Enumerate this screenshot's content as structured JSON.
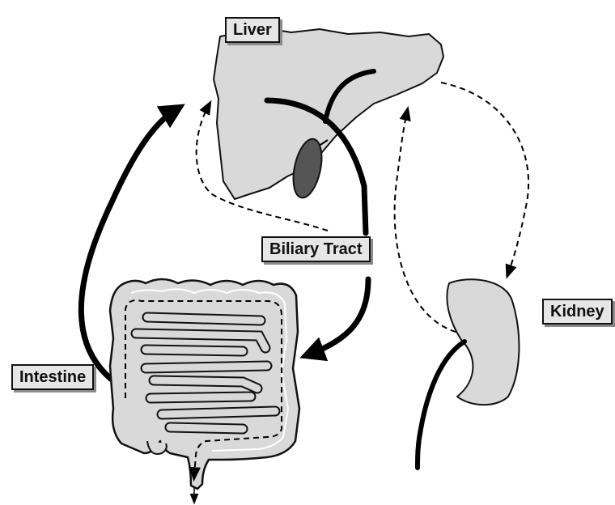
{
  "labels": {
    "liver": "Liver",
    "biliary_tract": "Biliary Tract",
    "intestine": "Intestine",
    "kidney": "Kidney"
  },
  "colors": {
    "organ_fill": "#d9d9d9",
    "gallbladder_fill": "#555555",
    "outline": "#111111",
    "label_bg": "#e6e6e6"
  }
}
